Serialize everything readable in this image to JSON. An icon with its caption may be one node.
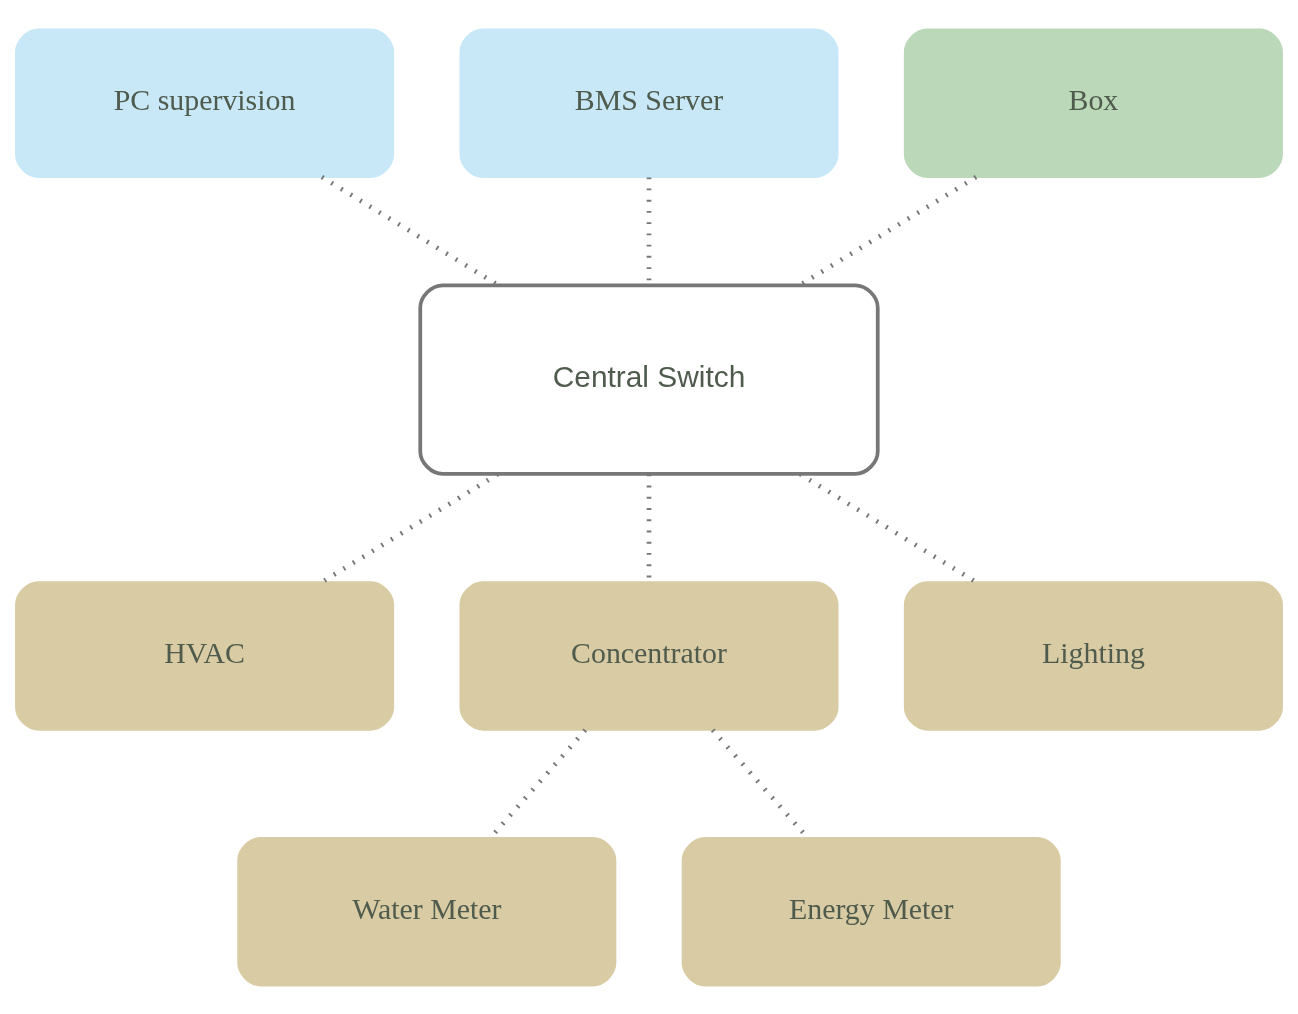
{
  "diagram": {
    "nodes": [
      {
        "text": [
          "PC supervision"
        ]
      },
      {
        "text": [
          "BMS Server"
        ]
      },
      {
        "text": [
          "Box"
        ]
      },
      {
        "text": [
          "Central Switch"
        ]
      },
      {
        "text": [
          "HVAC"
        ]
      },
      {
        "text": [
          "Concentrator"
        ]
      },
      {
        "text": [
          "Lighting"
        ]
      },
      {
        "text": [
          "Water Meter"
        ]
      },
      {
        "text": [
          "Energy Meter"
        ]
      }
    ],
    "edges": [
      {
        "from": 0,
        "to": 3,
        "arrow": "none",
        "style": "dashed"
      },
      {
        "from": 1,
        "to": 3,
        "arrow": "none",
        "style": "dashed"
      },
      {
        "from": 2,
        "to": 3,
        "arrow": "none",
        "style": "dashed"
      },
      {
        "from": 3,
        "to": 4,
        "arrow": "none",
        "style": "dashed"
      },
      {
        "from": 3,
        "to": 5,
        "arrow": "none",
        "style": "dashed"
      },
      {
        "from": 3,
        "to": 6,
        "arrow": "none",
        "style": "dashed"
      },
      {
        "from": 5,
        "to": 7,
        "arrow": "none",
        "style": "dashed"
      },
      {
        "from": 5,
        "to": 8,
        "arrow": "none",
        "style": "dashed"
      }
    ]
  }
}
